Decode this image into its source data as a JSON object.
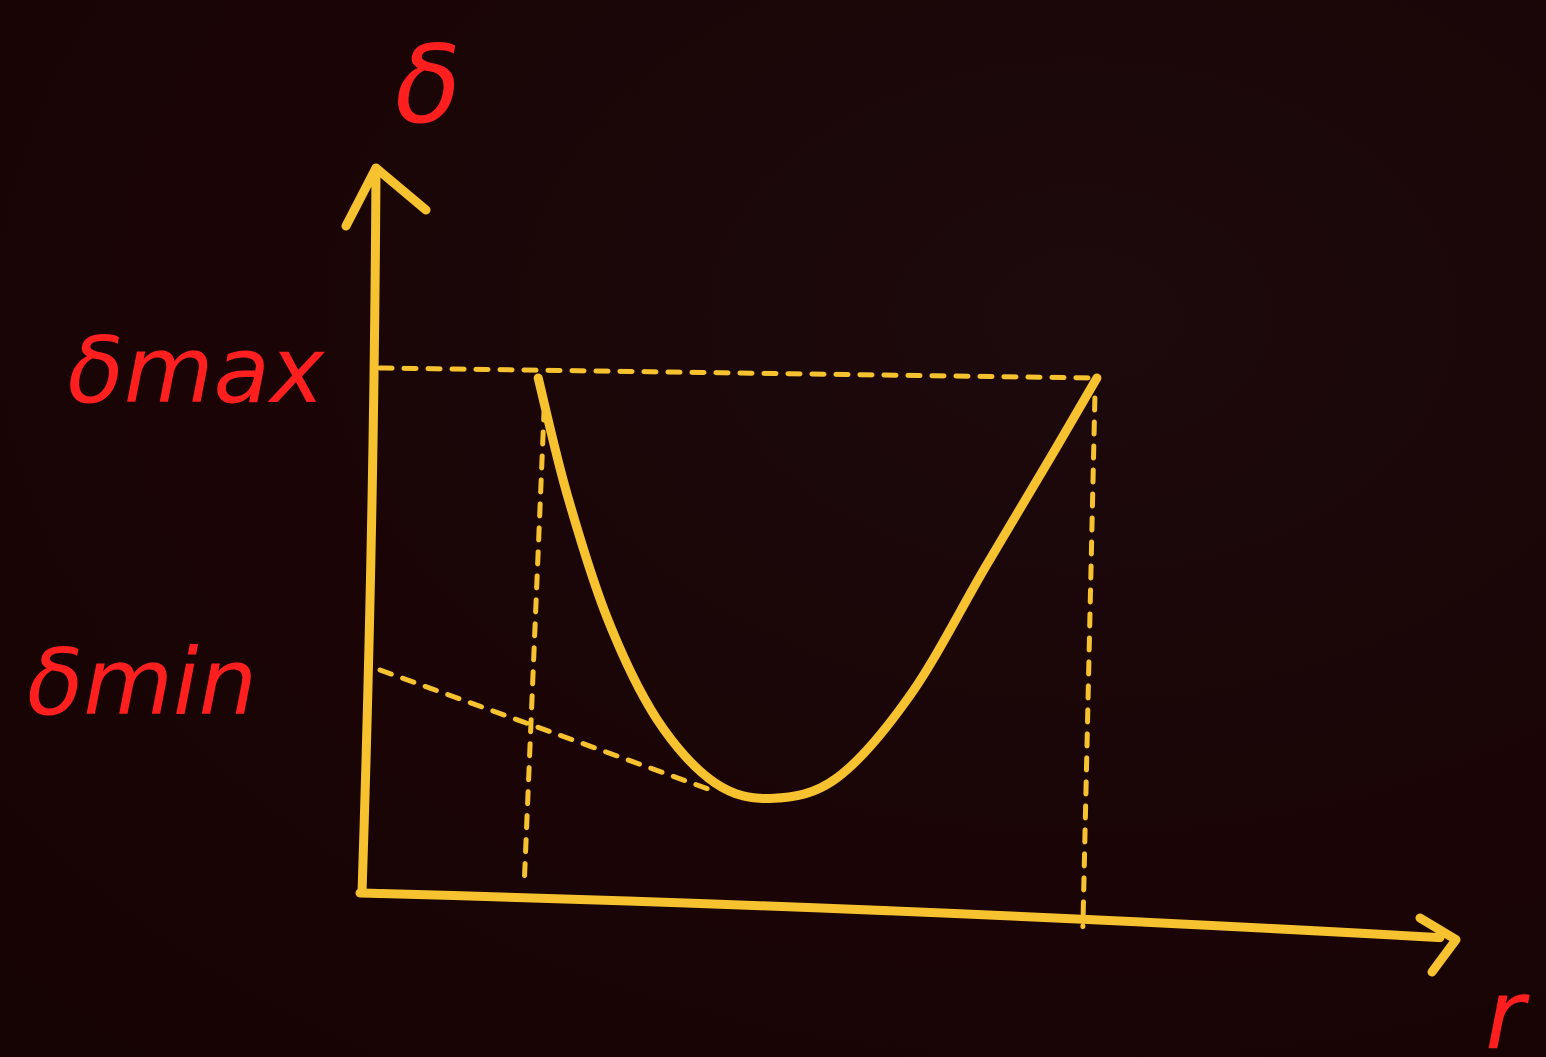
{
  "chart_data": {
    "type": "line",
    "title": "",
    "ylabel": "δ",
    "xlabel": "r",
    "y_tick_labels": [
      "δmax",
      "δmin"
    ],
    "ylim": [
      0,
      1
    ],
    "xlim": [
      0,
      1
    ],
    "grid": false,
    "series": [
      {
        "points": [
          {
            "x": 0.205,
            "y": 0.98
          },
          {
            "x": 0.24,
            "y": 0.76
          },
          {
            "x": 0.29,
            "y": 0.52
          },
          {
            "x": 0.35,
            "y": 0.33
          },
          {
            "x": 0.42,
            "y": 0.21
          },
          {
            "x": 0.49,
            "y": 0.18
          },
          {
            "x": 0.57,
            "y": 0.22
          },
          {
            "x": 0.66,
            "y": 0.38
          },
          {
            "x": 0.75,
            "y": 0.62
          },
          {
            "x": 0.83,
            "y": 0.83
          },
          {
            "x": 0.886,
            "y": 0.98
          }
        ]
      }
    ],
    "reference_levels": {
      "max": 0.98,
      "min": 0.18
    },
    "colors": {
      "background": "#1a0406",
      "curve": "#f6c230",
      "axes": "#f6c230",
      "labels": "#ff1f1f"
    }
  }
}
